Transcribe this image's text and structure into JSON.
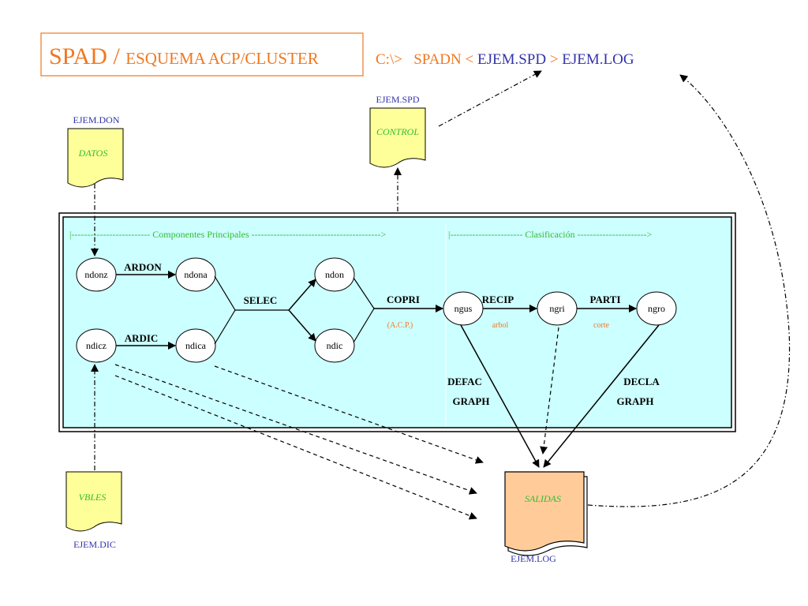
{
  "title": {
    "main": "SPAD / ",
    "sub": "ESQUEMA ACP/CLUSTER",
    "cmd_prefix": "C:\\>   SPADN < ",
    "cmd_spd": "EJEM.SPD",
    "cmd_gt": " > ",
    "cmd_log": "EJEM.LOG"
  },
  "files": {
    "datos": {
      "caption": "EJEM.DON",
      "label": "DATOS"
    },
    "control": {
      "caption": "EJEM.SPD",
      "label": "CONTROL"
    },
    "vbles": {
      "caption": "EJEM.DIC",
      "label": "VBLES"
    },
    "salidas": {
      "caption": "EJEM.LOG",
      "label": "SALIDAS"
    }
  },
  "sections": {
    "acp": "|------------------------- Componentes Principales ----------------------------------------->",
    "cluster": "|----------------------- Clasificación ---------------------->"
  },
  "nodes": {
    "ndonz": "ndonz",
    "ndona": "ndona",
    "ndicz": "ndicz",
    "ndica": "ndica",
    "ndon": "ndon",
    "ndic": "ndic",
    "ngus": "ngus",
    "ngri": "ngri",
    "ngro": "ngro"
  },
  "steps": {
    "ardon": "ARDON",
    "ardic": "ARDIC",
    "selec": "SELEC",
    "copri": "COPRI",
    "copri_note": "(A.C.P.)",
    "recip": "RECIP",
    "recip_note": "arbol",
    "parti": "PARTI",
    "parti_note": "corte",
    "defac": "DEFAC",
    "graph1": "GRAPH",
    "decla": "DECLA",
    "graph2": "GRAPH"
  },
  "colors": {
    "orange": "#f07820",
    "blue": "#3333aa",
    "green": "#33bb33",
    "cyan": "#ccffff",
    "yellow": "#ffff99",
    "peach": "#ffcc99"
  }
}
